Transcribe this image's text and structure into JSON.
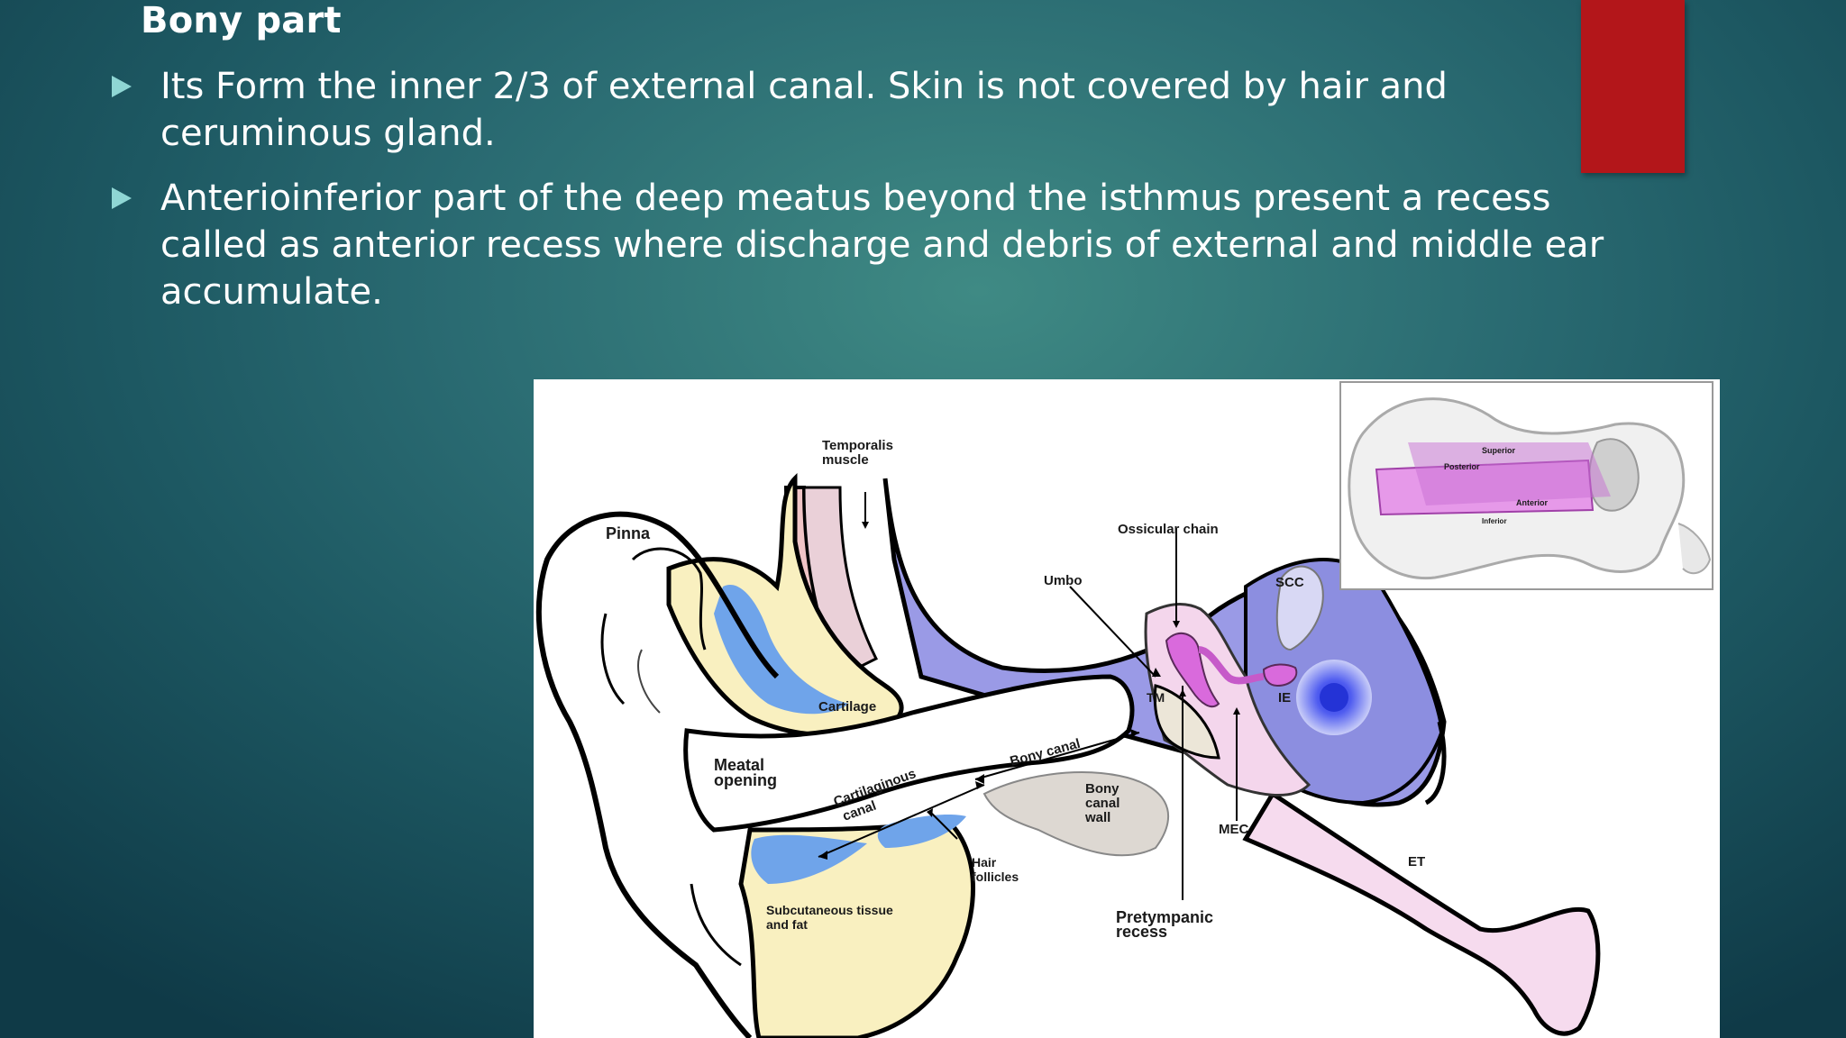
{
  "slide": {
    "heading": "Bony part",
    "bullets": [
      "Its Form the inner 2/3 of external canal. Skin is not covered by hair and ceruminous gland.",
      "Anterioinferior part of the deep meatus beyond the isthmus present a recess called as anterior recess where discharge and debris of external and middle ear accumulate."
    ],
    "accent_color": "#b3161a"
  },
  "diagram": {
    "labels": {
      "temporalis_1": "Temporalis",
      "temporalis_2": "muscle",
      "pinna": "Pinna",
      "ossicular_chain": "Ossicular chain",
      "umbo": "Umbo",
      "scc": "SCC",
      "ie": "IE",
      "tm": "TM",
      "cartilage": "Cartilage",
      "meatal_1": "Meatal",
      "meatal_2": "opening",
      "cartilaginous_1": "Cartilaginous",
      "cartilaginous_2": "canal",
      "bony_canal": "Bony canal",
      "bony_wall_1": "Bony",
      "bony_wall_2": "canal",
      "bony_wall_3": "wall",
      "mec": "MEC",
      "et": "ET",
      "hair_1": "Hair",
      "hair_2": "follicles",
      "subcut_1": "Subcutaneous tissue",
      "subcut_2": "and fat",
      "pretympanic_1": "Pretympanic",
      "pretympanic_2": "recess"
    },
    "inset_labels": {
      "superior": "Superior",
      "posterior": "Posterior",
      "anterior": "Anterior",
      "inferior": "Inferior"
    }
  }
}
